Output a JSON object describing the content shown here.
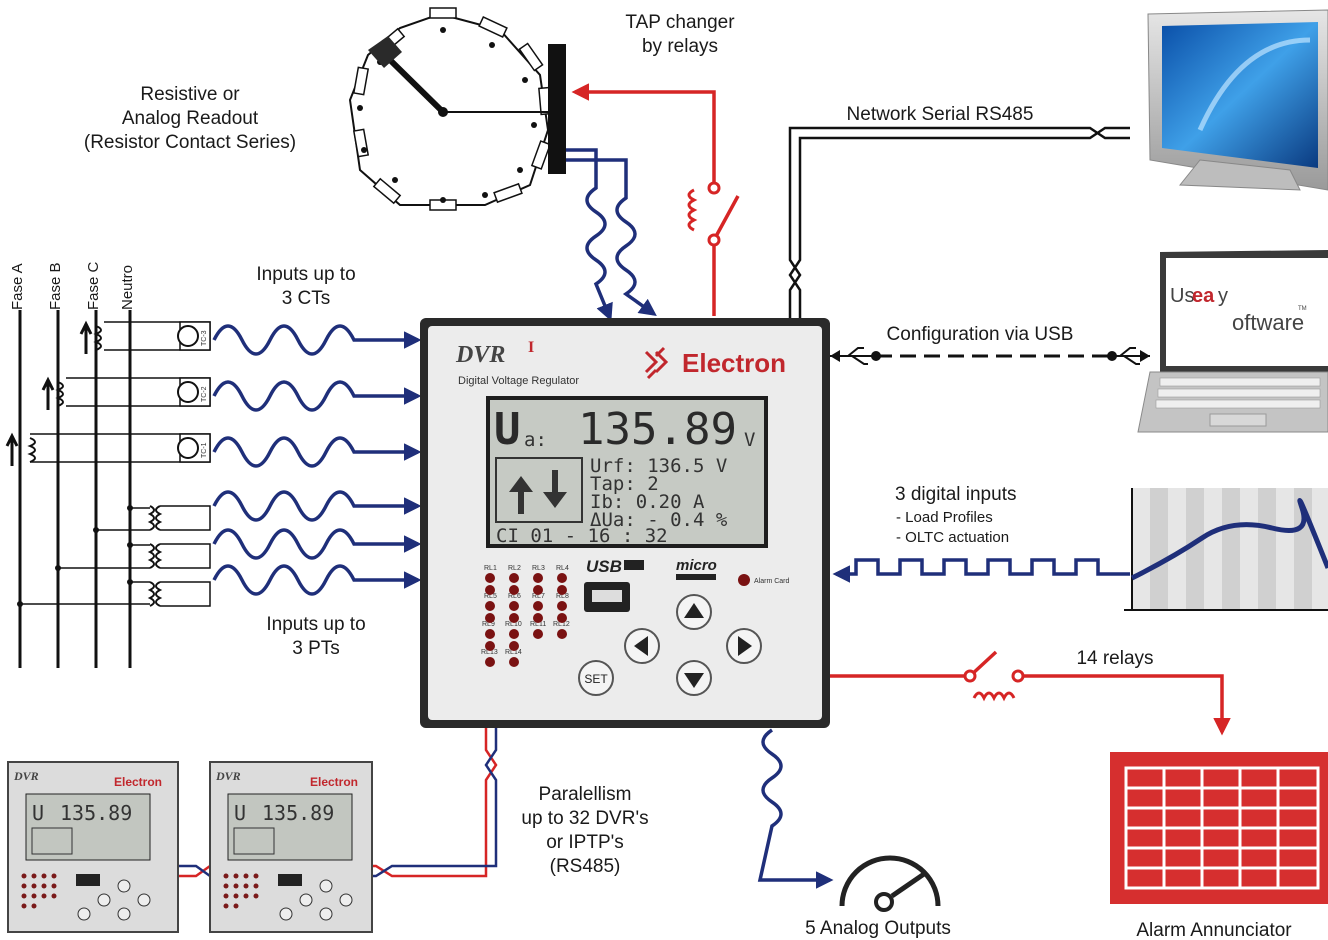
{
  "labels": {
    "tap_changer": [
      "TAP changer",
      "by relays"
    ],
    "readout": [
      "Resistive or",
      "Analog Readout",
      "(Resistor Contact Series)"
    ],
    "network": "Network Serial RS485",
    "config_usb": "Configuration via USB",
    "inputs_ct": [
      "Inputs up to",
      "3 CTs"
    ],
    "inputs_pt": [
      "Inputs up to",
      "3 PTs"
    ],
    "digital_inputs": [
      "3 digital inputs",
      "- Load Profiles",
      "- OLTC actuation"
    ],
    "relays": "14 relays",
    "parallelism": [
      "Paralellism",
      "up to 32 DVR's",
      "or IPTP's",
      "(RS485)"
    ],
    "analog_outputs": "5 Analog Outputs",
    "alarm_annunciator": "Alarm Annunciator",
    "phases": [
      "Fase A",
      "Fase B",
      "Fase C",
      "Neutro"
    ],
    "ct_tags": [
      "TC-3",
      "TC-2",
      "TC-1"
    ]
  },
  "device": {
    "model": "DVR",
    "model_sup": "I",
    "subtitle": "Digital Voltage Regulator",
    "brand": "Electron",
    "lcd": {
      "main_label": "U",
      "main_sub": "a:",
      "main_value": "135.89",
      "main_unit": "V",
      "rows": [
        "Urf: 136.5 V",
        "Tap:    2",
        "Ib:  0.20 A",
        "ΔUa: - 0.4 %"
      ],
      "footer": "CI 01 - 16 : 32"
    },
    "relay_leds": [
      "RL1",
      "RL2",
      "RL3",
      "RL4",
      "RL5",
      "RL6",
      "RL7",
      "RL8",
      "RL9",
      "RL10",
      "RL11",
      "RL12",
      "RL13",
      "RL14"
    ],
    "usb_label": "USB",
    "micro_label": "micro",
    "alarm_card": "Alarm Card",
    "set_label": "SET"
  },
  "software": {
    "logo_a": "Us",
    "logo_b": "ea",
    "logo_c": "y",
    "logo_d": "oftware",
    "tm": "TM"
  },
  "colors": {
    "blue_wire": "#1f2f7a",
    "red_wire": "#d62525",
    "brand_red": "#c1272d",
    "alarm_red": "#d62f2f"
  }
}
